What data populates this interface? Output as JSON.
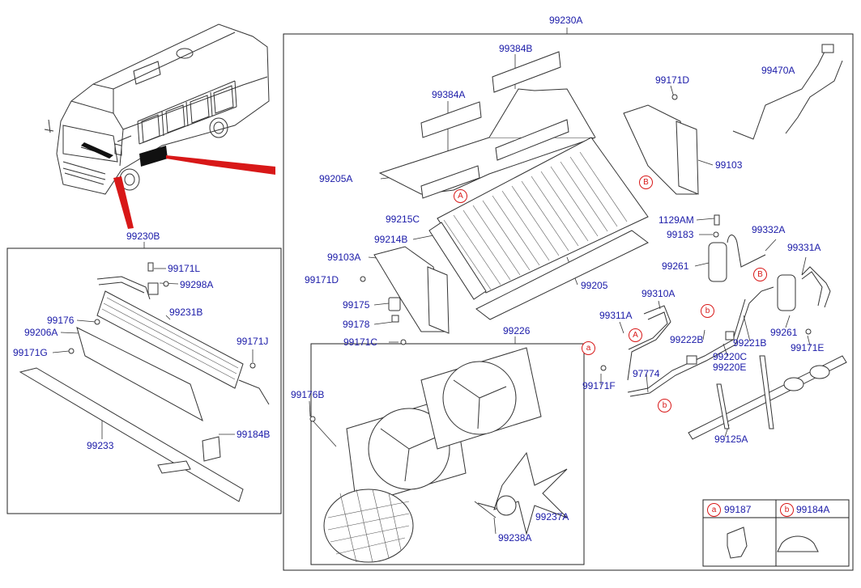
{
  "labels": {
    "l_99230A": "99230A",
    "l_99384B": "99384B",
    "l_99384A": "99384A",
    "l_99171D": "99171D",
    "l_99470A": "99470A",
    "l_99103": "99103",
    "l_99205A": "99205A",
    "l_99215C": "99215C",
    "l_1129AM": "1129AM",
    "l_99183": "99183",
    "l_99332A": "99332A",
    "l_99214B": "99214B",
    "l_99331A": "99331A",
    "l_99103A": "99103A",
    "l_99261a": "99261",
    "l_99171Da": "99171D",
    "l_99205": "99205",
    "l_99310A": "99310A",
    "l_99175": "99175",
    "l_99311A": "99311A",
    "l_99178": "99178",
    "l_99222B": "99222B",
    "l_99261b": "99261",
    "l_99226": "99226",
    "l_99171C": "99171C",
    "l_99221B": "99221B",
    "l_99171E": "99171E",
    "l_99220C": "99220C",
    "l_99220E": "99220E",
    "l_97774": "97774",
    "l_99171F": "99171F",
    "l_99176B": "99176B",
    "l_99125A": "99125A",
    "l_99237A": "99237A",
    "l_99238A": "99238A",
    "l_99230B": "99230B",
    "l_99171L": "99171L",
    "l_99298A": "99298A",
    "l_99176": "99176",
    "l_99231B": "99231B",
    "l_99206A": "99206A",
    "l_99171J": "99171J",
    "l_99171G": "99171G",
    "l_99233": "99233",
    "l_99184B": "99184B"
  },
  "callouts": {
    "A1": "A",
    "B1": "B",
    "A2": "A",
    "B2": "B",
    "a1": "a",
    "b1": "b",
    "b2": "b"
  },
  "legend": {
    "a_key": "a",
    "a_part": "99187",
    "b_key": "b",
    "b_part": "99184A"
  },
  "colors": {
    "label": "#1a1aa8",
    "callout": "#d81818",
    "pointer": "#d81818",
    "line": "#222222"
  }
}
